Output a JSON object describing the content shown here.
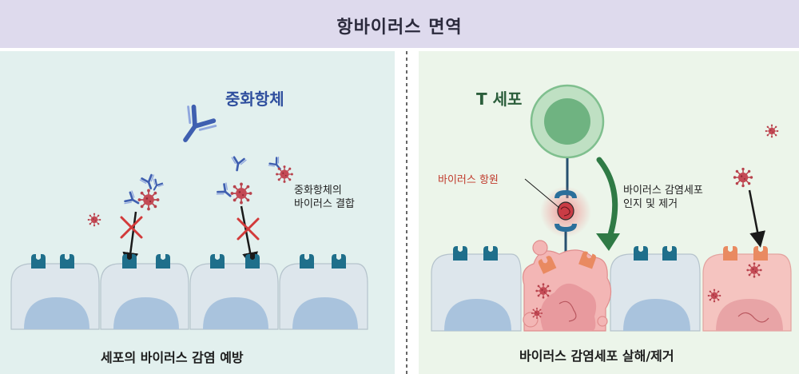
{
  "header": {
    "title": "항바이러스 면역"
  },
  "left_panel": {
    "heading": "중화항체",
    "binding_label_line1": "중화항체의",
    "binding_label_line2": "바이러스 결합",
    "caption": "세포의 바이러스 감염 예방"
  },
  "right_panel": {
    "heading": "T 세포",
    "antigen_label": "바이러스 항원",
    "recognition_label_line1": "바이러스 감염세포",
    "recognition_label_line2": "인지 및 제거",
    "caption": "바이러스 감염세포 살해/제거"
  },
  "colors": {
    "header_bg": "#dedaed",
    "left_bg": "#e2f0ee",
    "right_bg": "#ecf5ea",
    "antibody": "#3f5fb0",
    "virus": "#b8424c",
    "receptor": "#1f6f8b",
    "tcell": "#7fbf8e",
    "infected_cell": "#f3b6b5"
  }
}
